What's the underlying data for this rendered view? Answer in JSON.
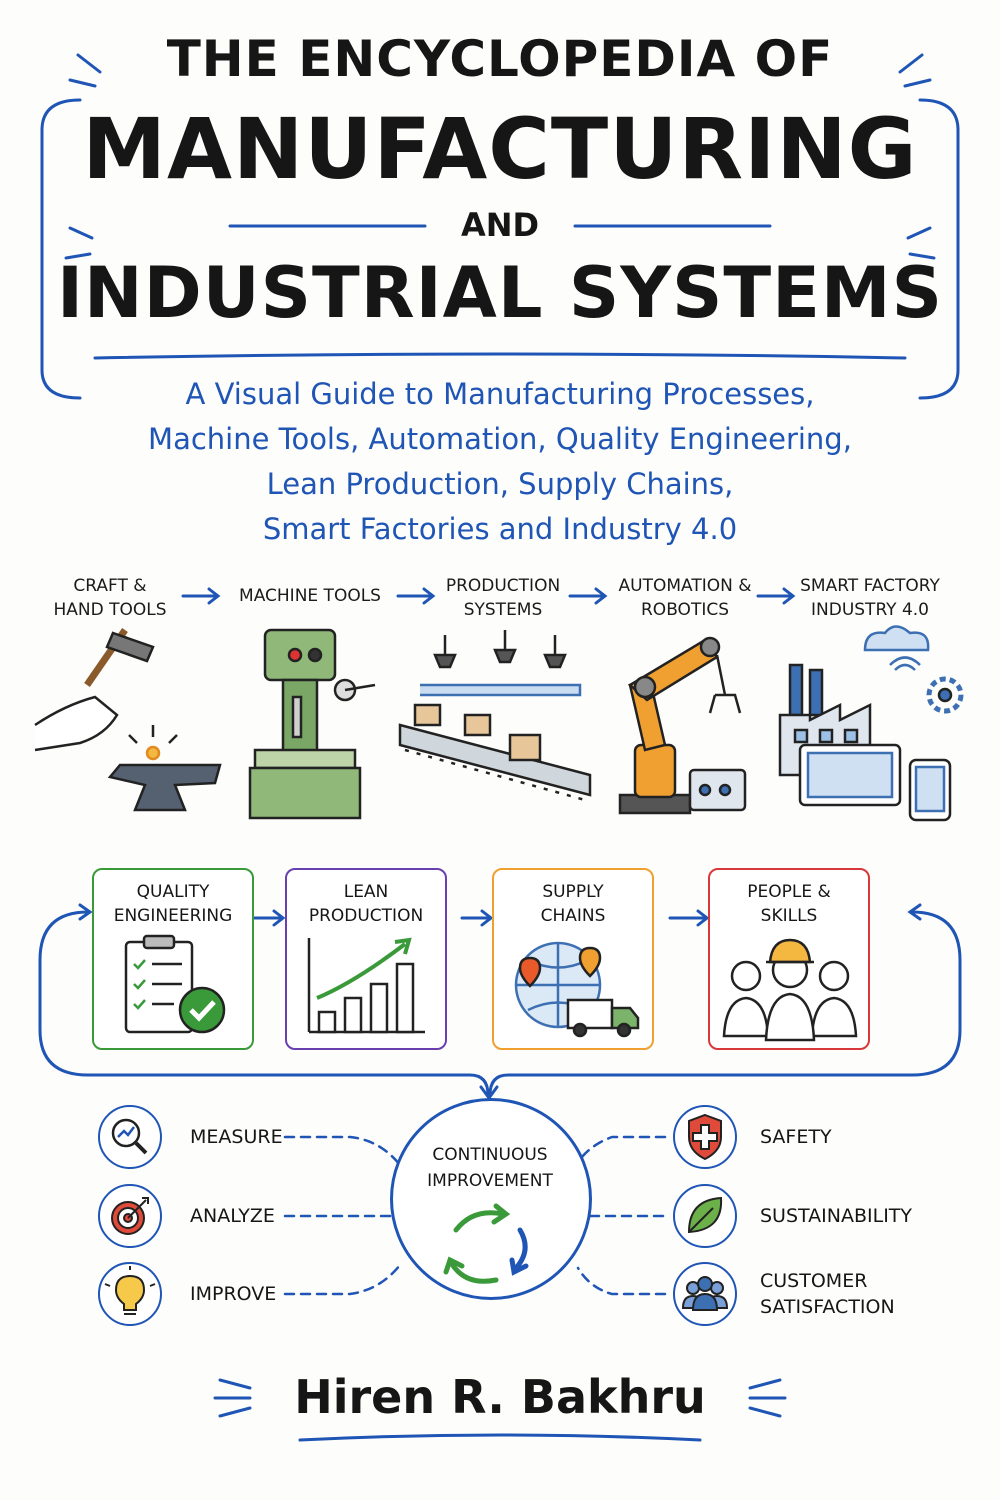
{
  "title": {
    "line1": "THE ENCYCLOPEDIA OF",
    "line2": "MANUFACTURING",
    "line3": "AND",
    "line4": "INDUSTRIAL SYSTEMS"
  },
  "subtitle": [
    "A Visual Guide to Manufacturing Processes,",
    "Machine Tools, Automation, Quality Engineering,",
    "Lean Production, Supply Chains,",
    "Smart Factories and Industry 4.0"
  ],
  "evolution": [
    {
      "line1": "CRAFT &",
      "line2": "HAND TOOLS",
      "icon": "hammer-anvil-icon"
    },
    {
      "line1": "MACHINE TOOLS",
      "line2": "",
      "icon": "drill-press-icon"
    },
    {
      "line1": "PRODUCTION",
      "line2": "SYSTEMS",
      "icon": "conveyor-icon"
    },
    {
      "line1": "AUTOMATION &",
      "line2": "ROBOTICS",
      "icon": "robot-arm-icon"
    },
    {
      "line1": "SMART FACTORY",
      "line2": "INDUSTRY 4.0",
      "icon": "smart-factory-icon"
    }
  ],
  "pillars": [
    {
      "line1": "QUALITY",
      "line2": "ENGINEERING",
      "color": "#3a9a3a",
      "icon": "checklist-icon"
    },
    {
      "line1": "LEAN",
      "line2": "PRODUCTION",
      "color": "#6a3fb0",
      "icon": "growth-chart-icon"
    },
    {
      "line1": "SUPPLY",
      "line2": "CHAINS",
      "color": "#f0a030",
      "icon": "globe-truck-icon"
    },
    {
      "line1": "PEOPLE &",
      "line2": "SKILLS",
      "color": "#d9383a",
      "icon": "workers-icon"
    }
  ],
  "cycle": {
    "line1": "CONTINUOUS",
    "line2": "IMPROVEMENT"
  },
  "left_items": [
    {
      "label": "MEASURE",
      "icon": "magnifier-chart-icon"
    },
    {
      "label": "ANALYZE",
      "icon": "target-icon"
    },
    {
      "label": "IMPROVE",
      "icon": "lightbulb-icon"
    }
  ],
  "right_items": [
    {
      "line1": "SAFETY",
      "line2": "",
      "icon": "shield-cross-icon"
    },
    {
      "line1": "SUSTAINABILITY",
      "line2": "",
      "icon": "leaf-icon"
    },
    {
      "line1": "CUSTOMER",
      "line2": "SATISFACTION",
      "icon": "people-group-icon"
    }
  ],
  "author": "Hiren R. Bakhru",
  "colors": {
    "accent": "#1f55b5",
    "ink": "#161616",
    "green": "#3a9a3a",
    "orange": "#e89a30"
  }
}
